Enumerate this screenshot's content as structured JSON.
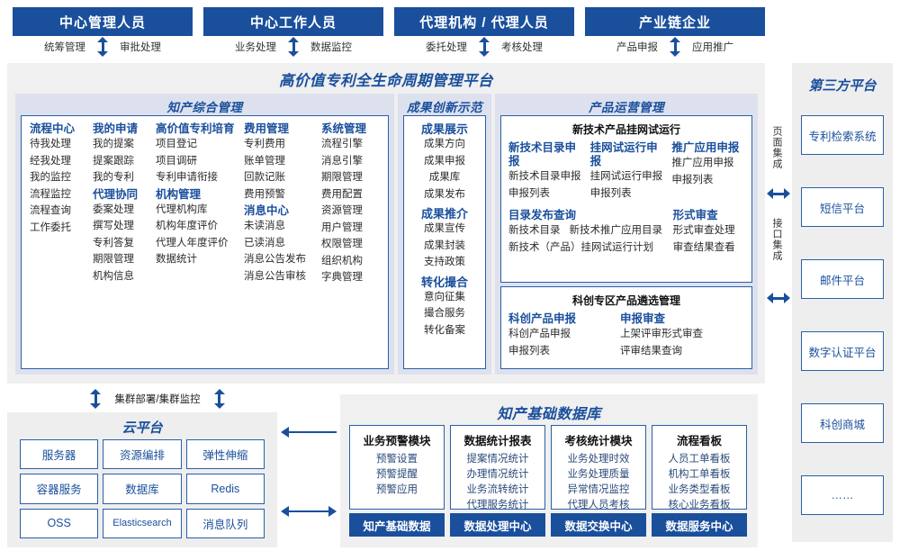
{
  "roles": [
    {
      "title": "中心管理人员",
      "left_action": "统筹管理",
      "right_action": "审批处理"
    },
    {
      "title": "中心工作人员",
      "left_action": "业务处理",
      "right_action": "数据监控"
    },
    {
      "title": "代理机构 / 代理人员",
      "left_action": "委托处理",
      "right_action": "考核处理"
    },
    {
      "title": "产业链企业",
      "left_action": "产品申报",
      "right_action": "应用推广"
    }
  ],
  "platform": {
    "title": "高价值专利全生命周期管理平台",
    "groups": {
      "ip_mgmt": {
        "title": "知产综合管理",
        "columns": [
          {
            "blocks": [
              {
                "head": "流程中心",
                "items": [
                  "待我处理",
                  "经我处理",
                  "我的监控",
                  "流程监控",
                  "流程查询",
                  "工作委托"
                ]
              }
            ]
          },
          {
            "blocks": [
              {
                "head": "我的申请",
                "items": [
                  "我的提案",
                  "提案跟踪",
                  "我的专利"
                ]
              },
              {
                "head": "代理协同",
                "items": [
                  "委案处理",
                  "撰写处理",
                  "专利答复",
                  "期限管理",
                  "机构信息"
                ]
              }
            ]
          },
          {
            "blocks": [
              {
                "head": "高价值专利培育",
                "items": [
                  "项目登记",
                  "项目调研",
                  "专利申请衔接"
                ]
              },
              {
                "head": "机构管理",
                "items": [
                  "代理机构库",
                  "机构年度评价",
                  "代理人年度评价",
                  "数据统计"
                ]
              }
            ]
          },
          {
            "blocks": [
              {
                "head": "费用管理",
                "items": [
                  "专利费用",
                  "账单管理",
                  "回款记账",
                  "费用预警"
                ]
              },
              {
                "head": "消息中心",
                "items": [
                  "未读消息",
                  "已读消息",
                  "消息公告发布",
                  "消息公告审核"
                ]
              }
            ]
          },
          {
            "blocks": [
              {
                "head": "系统管理",
                "items": [
                  "流程引擎",
                  "消息引擎",
                  "期限管理",
                  "费用配置",
                  "资源管理",
                  "用户管理",
                  "权限管理",
                  "组织机构",
                  "字典管理"
                ]
              }
            ]
          }
        ]
      },
      "achievement": {
        "title": "成果创新示范",
        "blocks": [
          {
            "head": "成果展示",
            "items": [
              "成果方向",
              "成果申报",
              "成果库",
              "成果发布"
            ]
          },
          {
            "head": "成果推介",
            "items": [
              "成果宣传",
              "成果封装",
              "支持政策"
            ]
          },
          {
            "head": "转化撮合",
            "items": [
              "意向征集",
              "撮合服务",
              "转化备案"
            ]
          }
        ]
      },
      "product_ops": {
        "title": "产品运营管理",
        "panels": [
          {
            "sub_title": "新技术产品挂网试运行",
            "row1": [
              {
                "head": "新技术目录申报",
                "items": [
                  "新技术目录申报",
                  "申报列表"
                ]
              },
              {
                "head": "挂网试运行申报",
                "items": [
                  "挂网试运行申报",
                  "申报列表"
                ]
              },
              {
                "head": "推广应用申报",
                "items": [
                  "推广应用申报",
                  "申报列表"
                ]
              }
            ],
            "row2_left": {
              "head": "目录发布查询",
              "items": [
                "新技术目录",
                "新技术推广应用目录",
                "新技术（产品）挂网试运行计划"
              ]
            },
            "row2_right": {
              "head": "形式审查",
              "items": [
                "形式审查处理",
                "审查结果查看"
              ]
            }
          },
          {
            "sub_title": "科创专区产品遴选管理",
            "row1": [
              {
                "head": "科创产品申报",
                "items": [
                  "科创产品申报",
                  "申报列表"
                ]
              },
              {
                "head": "申报审查",
                "items": [
                  "上架评审形式审查",
                  "评审结果查询"
                ]
              }
            ]
          }
        ]
      }
    }
  },
  "third_party": {
    "title": "第三方平台",
    "integration_labels": [
      "页面集成",
      "接口集成"
    ],
    "items": [
      "专利检索系统",
      "短信平台",
      "邮件平台",
      "数字认证平台",
      "科创商城",
      "……"
    ]
  },
  "cloud": {
    "cluster_label": "集群部署/集群监控",
    "title": "云平台",
    "items": [
      "服务器",
      "资源编排",
      "弹性伸缩",
      "容器服务",
      "数据库",
      "Redis",
      "OSS",
      "Elasticsearch",
      "消息队列"
    ]
  },
  "database": {
    "title": "知产基础数据库",
    "cards": [
      {
        "head": "业务预警模块",
        "items": [
          "预警设置",
          "预警提醒",
          "预警应用"
        ],
        "footer": "知产基础数据"
      },
      {
        "head": "数据统计报表",
        "items": [
          "提案情况统计",
          "办理情况统计",
          "业务流转统计",
          "代理服务统计"
        ],
        "footer": "数据处理中心"
      },
      {
        "head": "考核统计模块",
        "items": [
          "业务处理时效",
          "业务处理质量",
          "异常情况监控",
          "代理人员考核"
        ],
        "footer": "数据交换中心"
      },
      {
        "head": "流程看板",
        "items": [
          "人员工单看板",
          "机构工单看板",
          "业务类型看板",
          "核心业务看板"
        ],
        "footer": "数据服务中心"
      }
    ]
  },
  "colors": {
    "brand": "#1a4f9c",
    "border": "#2a5fa8",
    "group_bg": "#dde1ee",
    "panel_bg": "#f0f0f0"
  }
}
